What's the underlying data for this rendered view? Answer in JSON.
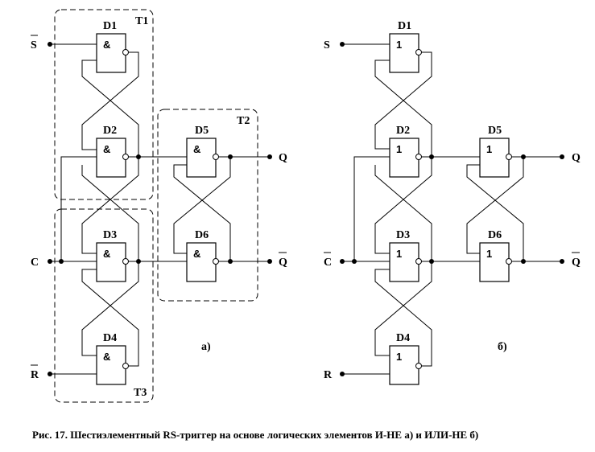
{
  "figure": {
    "caption": "Рис. 17. Шестиэлементный RS-триггер на основе логических элементов И-НЕ а) и ИЛИ-НЕ б)",
    "left": {
      "label": "а)",
      "gate_symbol": "&",
      "gates": [
        "D1",
        "D2",
        "D3",
        "D4",
        "D5",
        "D6"
      ],
      "groups": [
        "T1",
        "T2",
        "T3"
      ],
      "inputs": {
        "s": "S",
        "c": "C",
        "r": "R"
      },
      "inputs_inverted": [
        "S",
        "R"
      ],
      "outputs": {
        "q": "Q",
        "qbar": "Q"
      },
      "outputs_inverted": [
        "Q"
      ]
    },
    "right": {
      "label": "б)",
      "gate_symbol": "1",
      "gates": [
        "D1",
        "D2",
        "D3",
        "D4",
        "D5",
        "D6"
      ],
      "inputs": {
        "s": "S",
        "c": "C",
        "r": "R"
      },
      "inputs_inverted": [
        "C"
      ],
      "outputs": {
        "q": "Q",
        "qbar": "Q"
      },
      "outputs_inverted": [
        "Q"
      ]
    }
  }
}
